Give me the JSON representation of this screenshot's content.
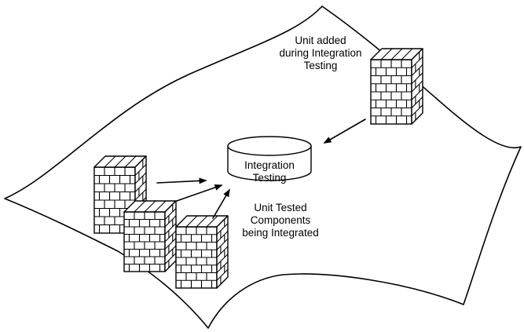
{
  "diagram": {
    "cylinder_label_lines": [
      "Integration",
      "Testing"
    ],
    "added_unit_label_lines": [
      "Unit added",
      "during Integration",
      "Testing"
    ],
    "tested_components_label_lines": [
      "Unit Tested",
      "Components",
      "being Integrated"
    ]
  }
}
